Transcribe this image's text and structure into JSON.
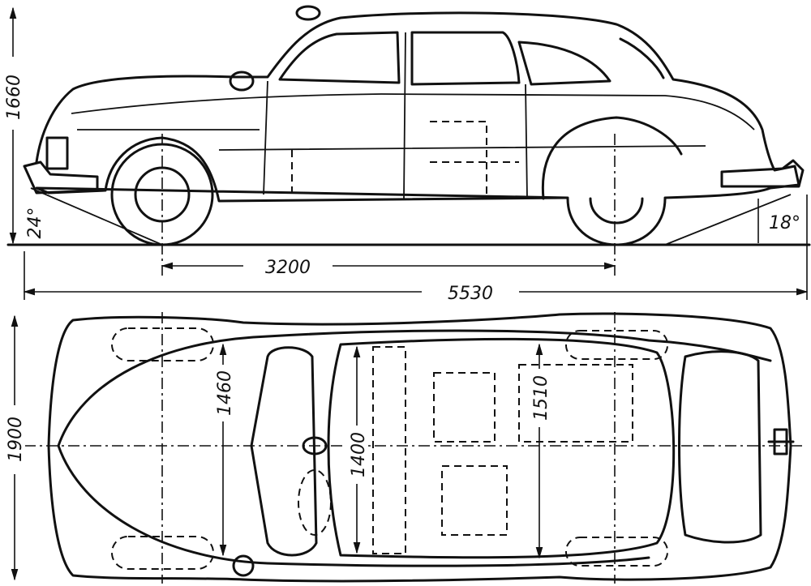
{
  "side_view": {
    "height": "1660",
    "front_angle": "24°",
    "rear_angle": "18°",
    "wheelbase": "3200",
    "overall_length": "5530"
  },
  "top_view": {
    "overall_width": "1900",
    "front_track": "1460",
    "interior_width": "1400",
    "rear_track": "1510"
  }
}
